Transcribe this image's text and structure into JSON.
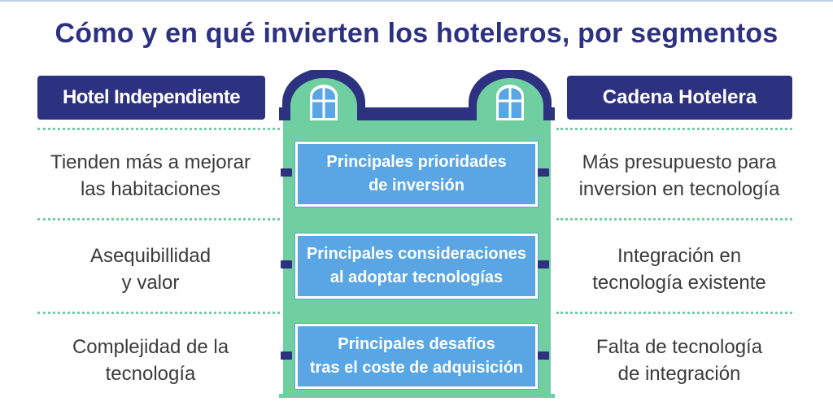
{
  "title": "Cómo y en qué invierten los hoteleros, por segmentos",
  "segments": {
    "left": "Hotel Independiente",
    "right": "Cadena Hotelera"
  },
  "rows": [
    {
      "left": [
        "Tienden más a mejorar",
        "las habitaciones"
      ],
      "center": [
        "Principales prioridades",
        "de inversión"
      ],
      "right": [
        "Más presupuesto para",
        "inversion en tecnología"
      ]
    },
    {
      "left": [
        "Asequibillidad",
        "y valor"
      ],
      "center": [
        "Principales consideraciones",
        "al adoptar tecnologías"
      ],
      "right": [
        "Integración en",
        "tecnología existente"
      ]
    },
    {
      "left": [
        "Complejidad de la",
        "tecnología"
      ],
      "center": [
        "Principales desafíos",
        "tras el coste de adquisición"
      ],
      "right": [
        "Falta de tecnología",
        "de integración"
      ]
    }
  ],
  "colors": {
    "navy": "#2d3280",
    "green": "#6fcfa0",
    "blue": "#5aa6e4",
    "text": "#3b3b3b"
  },
  "icons": [
    "building-illustration",
    "arched-window-icon"
  ]
}
